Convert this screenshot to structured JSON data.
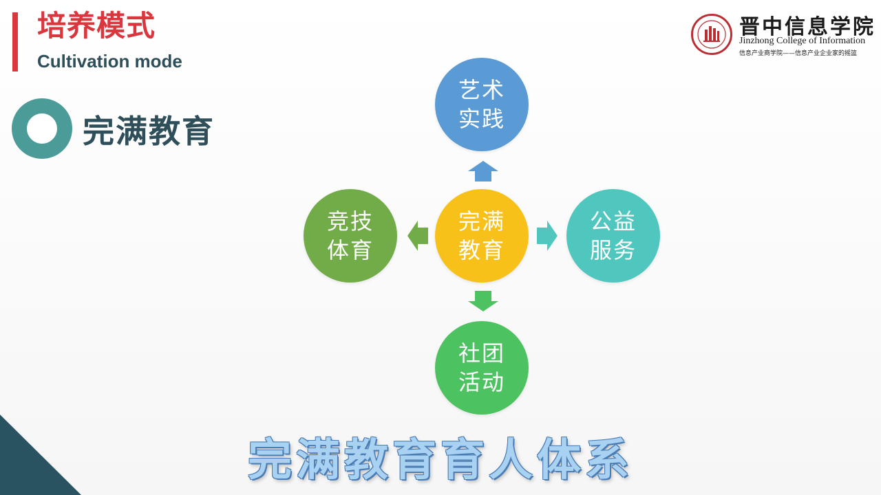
{
  "header": {
    "title_cn": "培养模式",
    "title_en": "Cultivation mode",
    "accent_color": "#d9363e"
  },
  "section": {
    "heading": "完满教育",
    "ring_color": "#4b9b98"
  },
  "logo": {
    "name_cn": "晋中信息学院",
    "name_en": "Jinzhong College of Information",
    "slogan": "信息产业商学院——信息产业企业家的摇篮"
  },
  "diagram": {
    "center": {
      "label": "完满教育",
      "color": "#f8c11a"
    },
    "top": {
      "label": "艺术实践",
      "color": "#5b9bd5"
    },
    "left": {
      "label": "竞技体育",
      "color": "#72ac48"
    },
    "right": {
      "label": "公益服务",
      "color": "#50c7be"
    },
    "bottom": {
      "label": "社团活动",
      "color": "#4cc260"
    }
  },
  "footer": {
    "title": "完满教育育人体系"
  }
}
